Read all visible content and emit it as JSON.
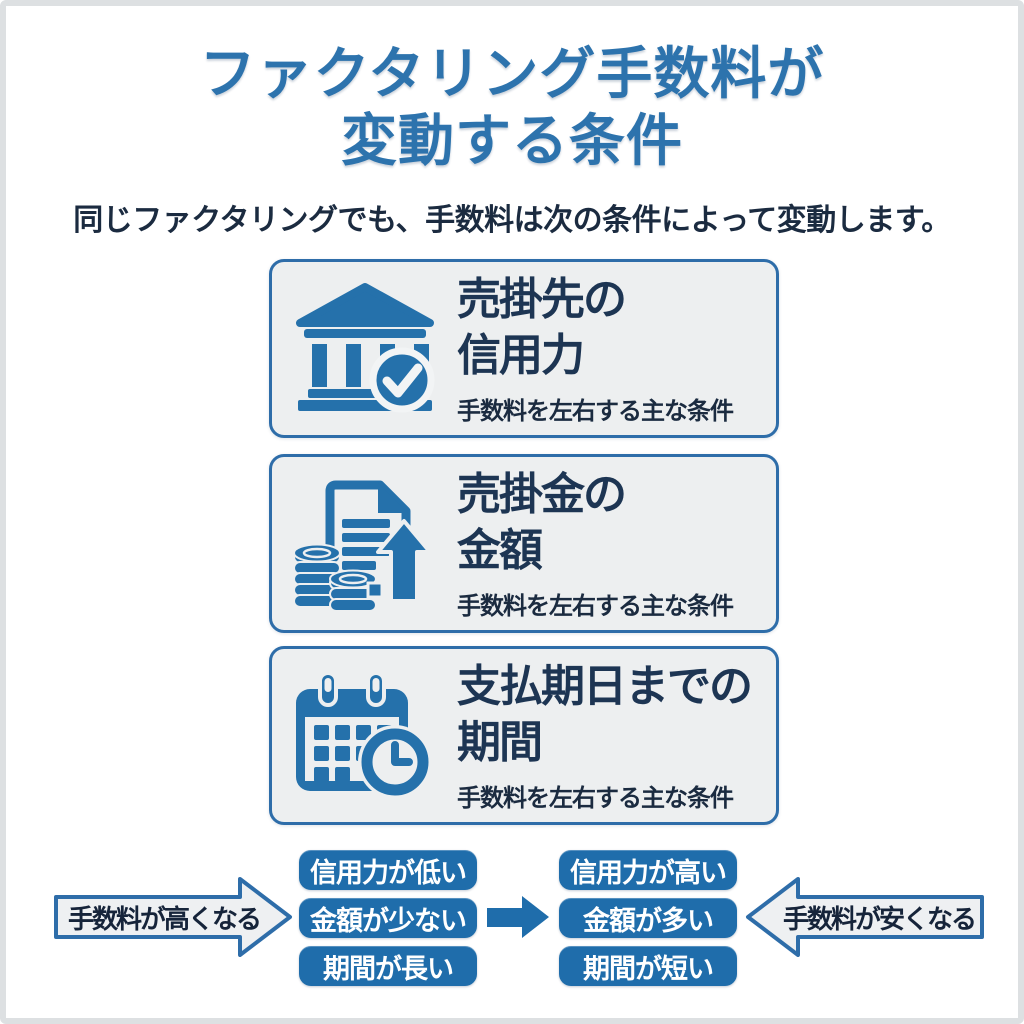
{
  "title": {
    "line1": "ファクタリング手数料が",
    "line2": "変動する条件"
  },
  "subtitle": "同じファクタリングでも、手数料は次の条件によって変動します。",
  "cards": [
    {
      "icon": "bank-check-icon",
      "title_line1": "売掛先の",
      "title_line2": "信用力",
      "caption": "手数料を左右する主な条件"
    },
    {
      "icon": "invoice-coins-arrow-icon",
      "title_line1": "売掛金の",
      "title_line2": "金額",
      "caption": "手数料を左右する主な条件"
    },
    {
      "icon": "calendar-clock-icon",
      "title_line1": "支払期日までの",
      "title_line2": "期間",
      "caption": "手数料を左右する主な条件"
    }
  ],
  "comparison": {
    "left_arrow_label": "手数料が高くなる",
    "right_arrow_label": "手数料が安くなる",
    "left_conditions": [
      "信用力が低い",
      "金額が少ない",
      "期間が長い"
    ],
    "right_conditions": [
      "信用力が高い",
      "金額が多い",
      "期間が短い"
    ]
  },
  "colors": {
    "accent_blue": "#2d73ad",
    "icon_blue": "#2571ab",
    "badge_blue": "#1f6dab",
    "dark_navy": "#1b2b40",
    "card_background": "#edeff0",
    "card_border": "#2e6da9",
    "page_frame": "#dde0e2"
  }
}
